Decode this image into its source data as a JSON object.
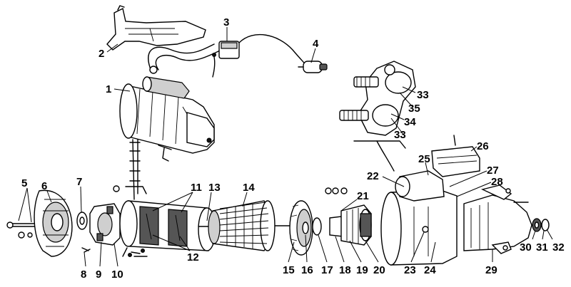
{
  "labels": {
    "n1": "1",
    "n2": "2",
    "n3": "3",
    "n4": "4",
    "n5": "5",
    "n6": "6",
    "n7": "7",
    "n8": "8",
    "n9": "9",
    "n10": "10",
    "n11": "11",
    "n12": "12",
    "n13": "13",
    "n14": "14",
    "n15": "15",
    "n16": "16",
    "n17": "17",
    "n18": "18",
    "n19": "19",
    "n20": "20",
    "n21": "21",
    "n22": "22",
    "n23": "23",
    "n24": "24",
    "n25": "25",
    "n26": "26",
    "n27": "27",
    "n28": "28",
    "n29": "29",
    "n30": "30",
    "n31": "31",
    "n32": "32",
    "n33a": "33",
    "n33b": "33",
    "n34": "34",
    "n35": "35"
  }
}
